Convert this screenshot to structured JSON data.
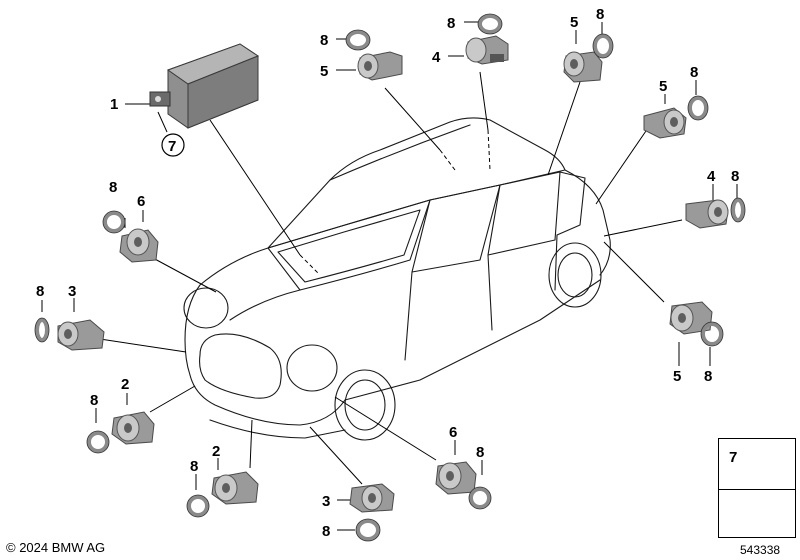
{
  "diagram": {
    "callouts": {
      "control_unit": "1",
      "sensor_front_outer_left": "2",
      "sensor_front_outer_right": "2",
      "sensor_side_left": "3",
      "sensor_front_lower": "3",
      "sensor_rear_roof": "4",
      "sensor_rear_right": "4",
      "sensor_rear_top_left": "5",
      "sensor_rear_top_right": "5",
      "sensor_rear_side": "5",
      "sensor_rear_lower": "5",
      "sensor_left_fender": "6",
      "sensor_front_wheel": "6",
      "clip_circle": "7",
      "ring_1": "8",
      "ring_2": "8",
      "ring_3": "8",
      "ring_4": "8",
      "ring_5": "8",
      "ring_6": "8",
      "ring_7": "8",
      "ring_8": "8",
      "ring_9": "8",
      "ring_10": "8",
      "ring_11": "8",
      "ring_12": "8"
    },
    "colors": {
      "line": "#000000",
      "part_gray": "#9a9a9a",
      "ring_gray": "#8a8a8a"
    }
  },
  "legend": {
    "item_number": "7"
  },
  "footer": {
    "copyright": "© 2024 BMW AG",
    "part_number": "543338"
  }
}
